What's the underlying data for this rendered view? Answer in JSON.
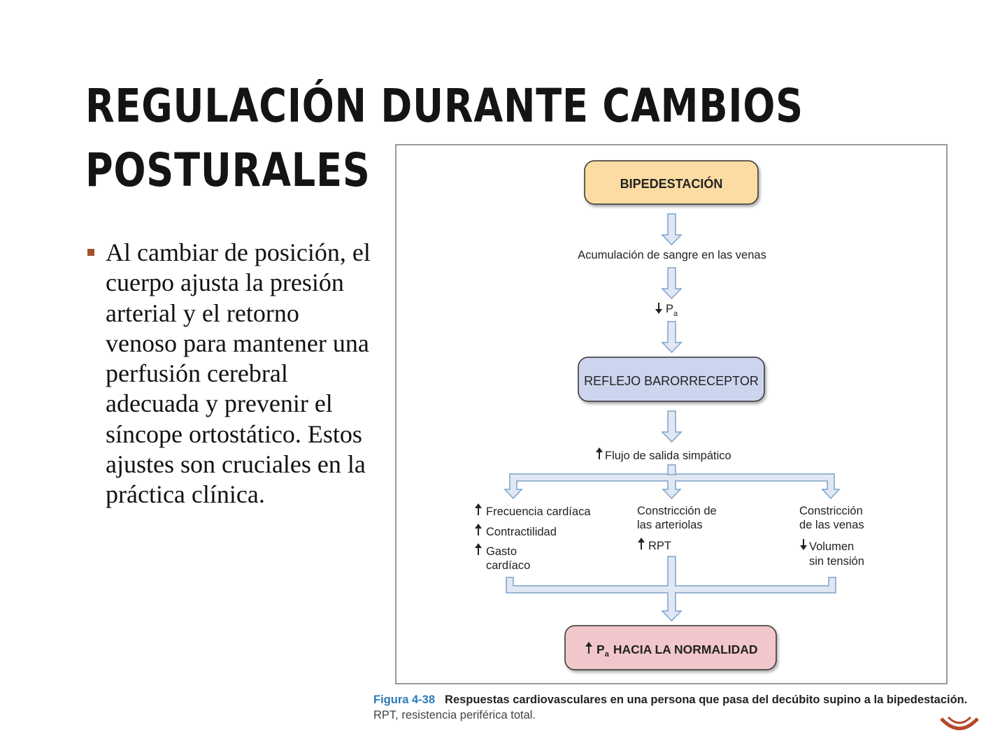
{
  "slide": {
    "title_line1": "REGULACIÓN DURANTE CAMBIOS",
    "title_line2": "POSTURALES",
    "bullet": "Al cambiar de posición, el cuerpo ajusta la presión arterial y el retorno venoso para mantener una perfusión cerebral adecuada y prevenir el síncope ortostático. Estos ajustes son cruciales en la práctica clínica."
  },
  "diagram": {
    "colors": {
      "box_yellow": "#fcdca2",
      "box_blue": "#cdd4ee",
      "box_pink": "#f2c7cb",
      "arrow": "#a9c4e2",
      "arrow_stroke": "#7fa3c9"
    },
    "nodes": {
      "bipedestacion": "BIPEDESTACIÓN",
      "acumulacion": "Acumulación de sangre en las venas",
      "pa_symbol": "P",
      "pa_sub": "a",
      "reflejo": "REFLEJO BARORRECEPTOR",
      "flujo": "Flujo de salida simpático",
      "frecuencia": "Frecuencia cardíaca",
      "contractilidad": "Contractilidad",
      "gasto_1": "Gasto",
      "gasto_2": "cardíaco",
      "constr_art_1": "Constricción de",
      "constr_art_2": "las arteriolas",
      "rpt": "RPT",
      "constr_ven_1": "Constricción",
      "constr_ven_2": "de las venas",
      "volumen_1": "Volumen",
      "volumen_2": "sin tensión",
      "final_rest": "HACIA LA NORMALIDAD"
    }
  },
  "caption": {
    "number": "Figura 4-38",
    "bold": "Respuestas cardiovasculares en una persona que pasa del decúbito supino a la bipedestación.",
    "rest": "RPT, resistencia periférica total."
  }
}
